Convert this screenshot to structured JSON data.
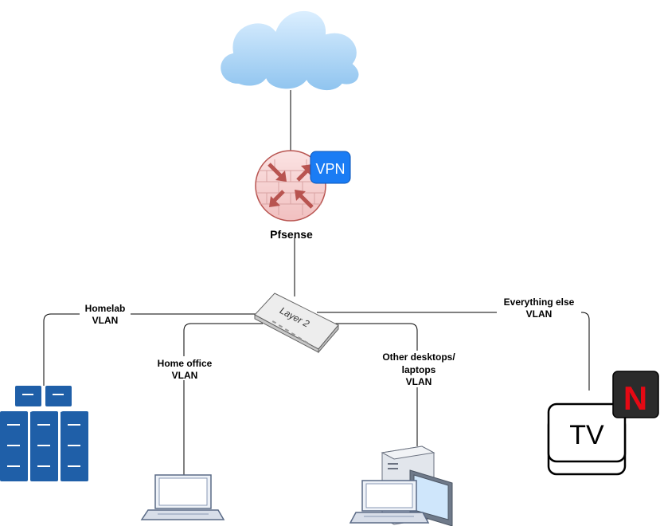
{
  "nodes": {
    "firewall": {
      "label": "Pfsense",
      "badge": "VPN"
    },
    "switch": {
      "label": "Layer 2"
    },
    "tv": {
      "label": "TV",
      "logo": "N"
    }
  },
  "links": {
    "homelab": {
      "line1": "Homelab",
      "line2": "VLAN"
    },
    "home_office": {
      "line1": "Home office",
      "line2": "VLAN"
    },
    "other": {
      "line1": "Other desktops/",
      "line2": "laptops",
      "line3": "VLAN"
    },
    "everything_else": {
      "line1": "Everything else",
      "line2": "VLAN"
    }
  },
  "icons": [
    "cloud-icon",
    "firewall-icon",
    "vpn-badge-icon",
    "switch-icon",
    "server-rack-icon",
    "laptop-icon",
    "desktop-icon",
    "tv-icon",
    "netflix-logo-icon"
  ],
  "colors": {
    "cloud": "#a9d3f5",
    "firewall": "#f5cfcf",
    "firewall_arrows": "#b85450",
    "vpn": "#1a7cf4",
    "server": "#1f5fa8",
    "switch": "#e6e6e6",
    "netflix": "#e50914"
  }
}
